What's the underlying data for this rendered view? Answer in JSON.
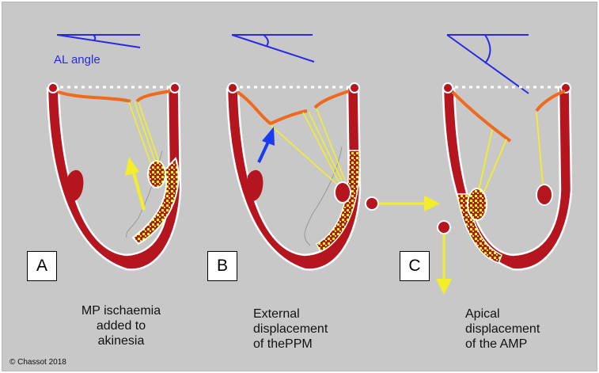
{
  "angle_label": "AL angle",
  "panels": [
    {
      "letter": "A",
      "caption": [
        "MP ischaemia",
        "added to",
        "akinesia"
      ]
    },
    {
      "letter": "B",
      "caption": [
        "External",
        "displacement",
        "of thePPM"
      ]
    },
    {
      "letter": "C",
      "caption": [
        "Apical",
        "displacement",
        "of the AMP"
      ]
    }
  ],
  "copyright": "© Chassot 2018",
  "colors": {
    "background": "#c8c8c8",
    "myocardium": "#b5151e",
    "mitral_leaflet": "#f06a1e",
    "chordae": "#f2ef2a",
    "arrow_blue": "#1a3cf0",
    "angle_lines": "#2a2ae0"
  }
}
